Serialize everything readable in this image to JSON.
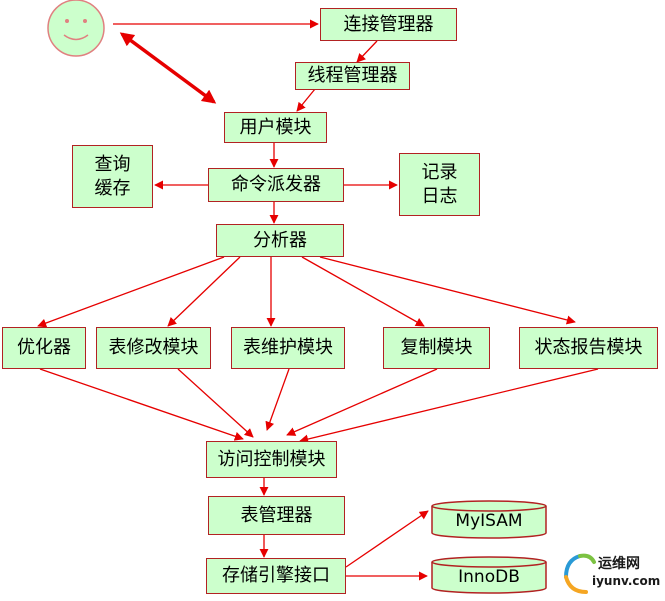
{
  "nodes": {
    "connection_manager": "连接管理器",
    "thread_manager": "线程管理器",
    "user_module": "用户模块",
    "command_dispatcher": "命令派发器",
    "query_cache": "查询\n缓存",
    "log": "记录\n日志",
    "parser": "分析器",
    "optimizer": "优化器",
    "table_modify": "表修改模块",
    "table_maintain": "表维护模块",
    "replication": "复制模块",
    "status_report": "状态报告模块",
    "access_control": "访问控制模块",
    "table_manager": "表管理器",
    "storage_engine_interface": "存储引擎接口"
  },
  "engines": {
    "myisam": "MyISAM",
    "innodb": "InnoDB"
  },
  "watermark": {
    "brand": "运维网",
    "url": "iyunv.com"
  },
  "colors": {
    "box_fill": "#ccffcc",
    "box_border": "#b22222",
    "arrow": "#e60000",
    "smiley_fill": "#ccffcc",
    "smiley_stroke": "#e08080"
  }
}
